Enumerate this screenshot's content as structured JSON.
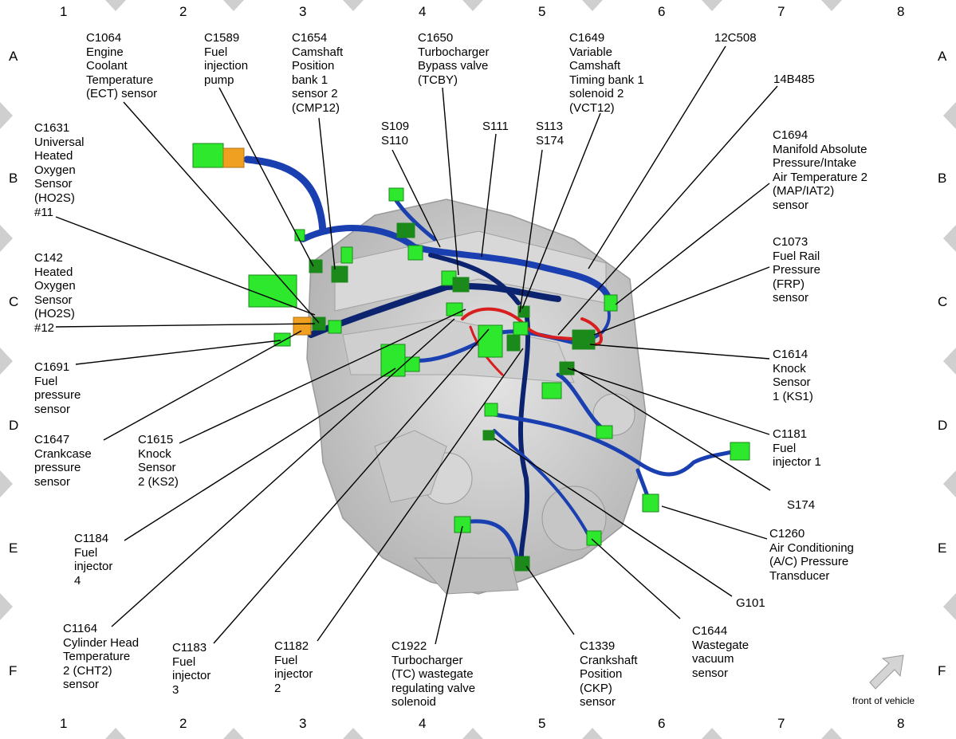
{
  "grid": {
    "columns": [
      "1",
      "2",
      "3",
      "4",
      "5",
      "6",
      "7",
      "8"
    ],
    "rows": [
      "A",
      "B",
      "C",
      "D",
      "E",
      "F"
    ]
  },
  "labels": {
    "c1064": "C1064\nEngine\nCoolant\nTemperature\n(ECT) sensor",
    "c1589": "C1589\nFuel\ninjection\npump",
    "c1654": "C1654\nCamshaft\nPosition\nbank 1\nsensor 2\n(CMP12)",
    "c1650": "C1650\nTurbocharger\nBypass valve\n(TCBY)",
    "c1649": "C1649\nVariable\nCamshaft\nTiming bank 1\nsolenoid 2\n(VCT12)",
    "c12c508": "12C508",
    "c14b485": "14B485",
    "c1631": "C1631\nUniversal\nHeated\nOxygen\nSensor\n(HO2S)\n#11",
    "s109": "S109\nS110",
    "s111": "S111",
    "s113": "S113\nS174",
    "c1694": "C1694\nManifold Absolute\nPressure/Intake\nAir Temperature 2\n(MAP/IAT2)\nsensor",
    "c1073": "C1073\nFuel Rail\nPressure\n(FRP)\nsensor",
    "c142": "C142\nHeated\nOxygen\nSensor\n(HO2S)\n#12",
    "c1691": "C1691\nFuel\npressure\nsensor",
    "c1614": "C1614\nKnock\nSensor\n1 (KS1)",
    "c1647": "C1647\nCrankcase\npressure\nsensor",
    "c1615": "C1615\nKnock\nSensor\n2 (KS2)",
    "c1181": "C1181\nFuel\ninjector 1",
    "s174": "S174",
    "c1184": "C1184\nFuel\ninjector\n4",
    "c1260": "C1260\nAir Conditioning\n(A/C) Pressure\nTransducer",
    "g101": "G101",
    "c1164": "C1164\nCylinder Head\nTemperature\n2 (CHT2)\nsensor",
    "c1183": "C1183\nFuel\ninjector\n3",
    "c1182": "C1182\nFuel\ninjector\n2",
    "c1922": "C1922\nTurbocharger\n(TC) wastegate\nregulating valve\nsolenoid",
    "c1339": "C1339\nCrankshaft\nPosition\n(CKP)\nsensor",
    "c1644": "C1644\nWastegate\nvacuum\nsensor"
  },
  "orientation": {
    "text": "front of vehicle",
    "icon": "arrow-icon"
  },
  "colors": {
    "harness_blue": "#1a3fb0",
    "harness_navy": "#0c2470",
    "harness_red": "#d81e1e",
    "connector_green": "#2ee82e",
    "connector_orange": "#f0a020",
    "engine_gray": "#c8c8c8",
    "border_gray": "#cfcfcf"
  }
}
